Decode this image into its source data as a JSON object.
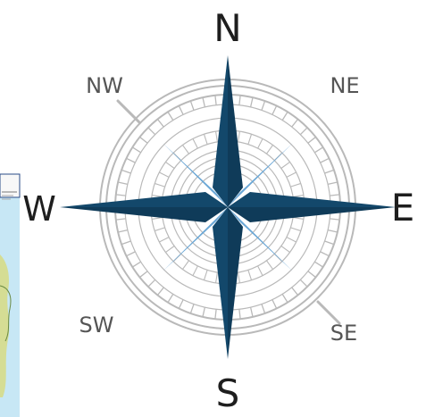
{
  "compass": {
    "north": "N",
    "south": "S",
    "east": "E",
    "west": "W",
    "northwest": "NW",
    "northeast": "NE",
    "southwest": "SW",
    "southeast": "SE"
  },
  "colors": {
    "primary_star": "#13486b",
    "secondary_star": "#6aa7d6",
    "rings": "#b9b9b9",
    "cardinal_text": "#1e1e1e",
    "intercardinal_text": "#555555"
  },
  "background_fragment": {
    "image": "partial map"
  }
}
